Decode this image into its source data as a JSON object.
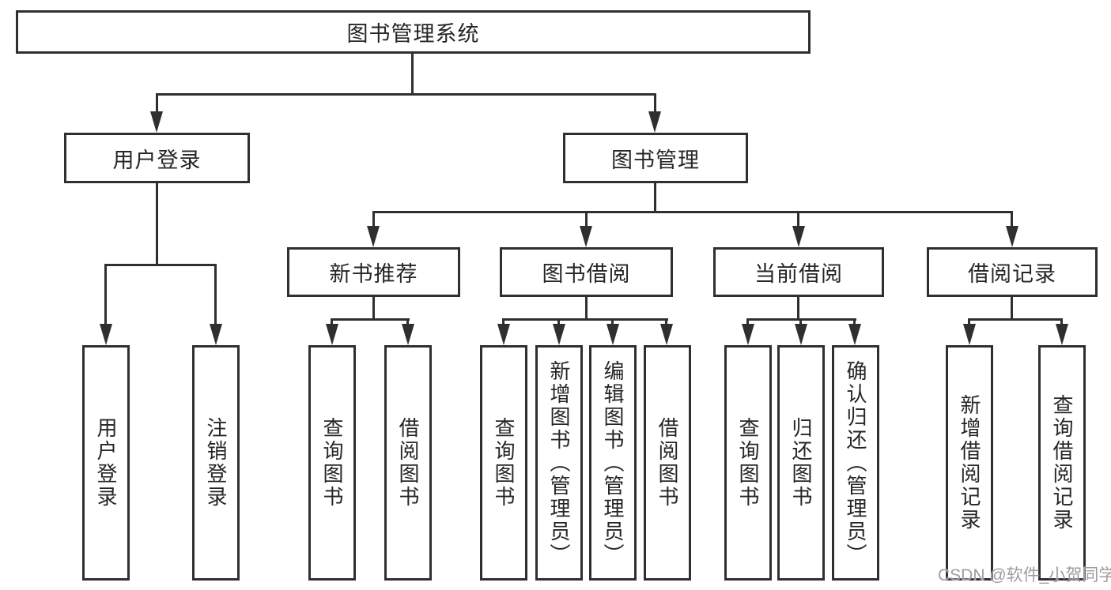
{
  "title": "图书管理系统",
  "level2": [
    "用户登录",
    "图书管理"
  ],
  "level3": [
    "新书推荐",
    "图书借阅",
    "当前借阅",
    "借阅记录"
  ],
  "leaves": {
    "login": [
      "用户登录",
      "注销登录"
    ],
    "recommend": [
      "查询图书",
      "借阅图书"
    ],
    "borrow": [
      "查询图书",
      "新增图书（管理员）",
      "编辑图书（管理员）",
      "借阅图书"
    ],
    "current": [
      "查询图书",
      "归还图书",
      "确认归还（管理员）"
    ],
    "records": [
      "新增借阅记录",
      "查询借阅记录"
    ]
  },
  "watermark": "CSDN @软件_小贺同学",
  "colors": {
    "line": "#2f2f2f",
    "text": "#262626",
    "background": "#ffffff",
    "watermark": "#9d9d9d"
  }
}
